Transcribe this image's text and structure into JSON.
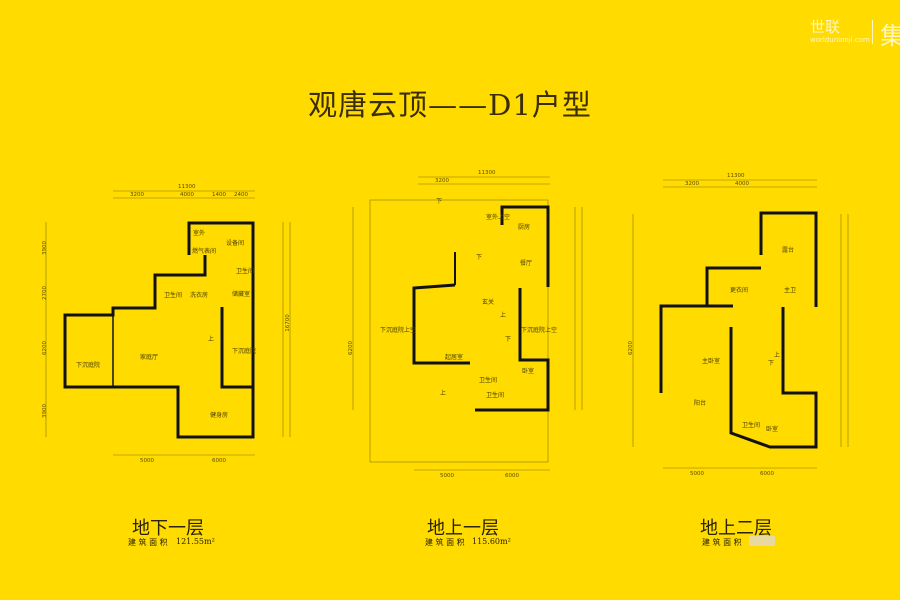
{
  "title": "观唐云顶——D1户型",
  "logo": {
    "brand": "世联",
    "url": "worldunionji.com",
    "mark": "集"
  },
  "colors": {
    "background": "#FFDB00",
    "wall": "#111111",
    "line": "#8a7a00"
  },
  "dimensions": {
    "total_width": "11300",
    "top": [
      "3200",
      "4000",
      "1400",
      "2400"
    ],
    "side": [
      "3900",
      "2700",
      "6200",
      "3900"
    ],
    "total_depth": "16700",
    "bottom": [
      "5000",
      "6000"
    ]
  },
  "floors": [
    {
      "name": "地下一层",
      "area_label": "建 筑 面 积",
      "area": "121.55m²",
      "rooms": [
        "室外",
        "设备间",
        "燃气表间",
        "卫生间",
        "卫生间",
        "洗衣房",
        "储藏室",
        "家庭厅",
        "下沉庭院",
        "下沉庭院",
        "健身房",
        "上"
      ]
    },
    {
      "name": "地上一层",
      "area_label": "建 筑 面 积",
      "area": "115.60m²",
      "rooms": [
        "下",
        "室外上空",
        "厨房",
        "餐厅",
        "下",
        "玄关",
        "上",
        "下",
        "下沉庭院上空",
        "下沉庭院上空",
        "起居室",
        "卧室",
        "卫生间",
        "卫生间",
        "上"
      ]
    },
    {
      "name": "地上二层",
      "area_label": "建 筑 面 积",
      "area": "",
      "rooms": [
        "露台",
        "更衣间",
        "主卫",
        "主卧室",
        "阳台",
        "卫生间",
        "卧室",
        "下",
        "上"
      ]
    }
  ]
}
